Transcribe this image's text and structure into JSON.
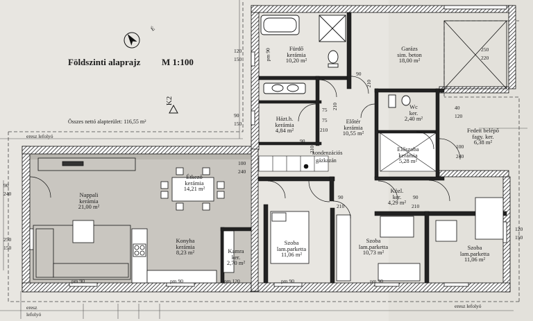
{
  "plan": {
    "title": "Földszinti alaprajz",
    "scale": "M 1:100",
    "north_label": "É",
    "section_label": "K2",
    "total_area": "Összes nettó alapterület: 116,55 m²"
  },
  "rooms": {
    "furdo": {
      "name": "Fürdő",
      "floor": "kerámia",
      "area": "10,20 m²"
    },
    "garazs": {
      "name": "Garázs",
      "floor": "sim. beton",
      "area": "18,00 m²"
    },
    "haztartasi": {
      "name": "Házt.h.",
      "floor": "kerámia",
      "area": "4,84 m²"
    },
    "eloter": {
      "name": "Előtér",
      "floor": "kerámia",
      "area": "10,55 m²"
    },
    "wc": {
      "name": "Wc",
      "floor": "ker.",
      "area": "2,40 m²"
    },
    "eloszoba": {
      "name": "Előszoba",
      "floor": "kerámia",
      "area": "5,28 m²"
    },
    "fedett": {
      "name": "Fedett belépő",
      "floor": "fagy. ker.",
      "area": "6,38 m²"
    },
    "etkezo": {
      "name": "Étkező",
      "floor": "kerámia",
      "area": "14,21 m²"
    },
    "nappali": {
      "name": "Nappali",
      "floor": "kerámia",
      "area": "21,00 m²"
    },
    "konyha": {
      "name": "Konyha",
      "floor": "kerámia",
      "area": "8,23 m²"
    },
    "kamra": {
      "name": "Kamra",
      "floor": "ker.",
      "area": "2,70 m²"
    },
    "szoba1": {
      "name": "Szoba",
      "floor": "lam.parketta",
      "area": "11,06 m²"
    },
    "kozl": {
      "name": "Közl.",
      "floor": "ker.",
      "area": "4,29 m²"
    },
    "szoba2": {
      "name": "Szoba",
      "floor": "lam.parketta",
      "area": "10,73 m²"
    },
    "szoba3": {
      "name": "Szoba",
      "floor": "lam.parketta",
      "area": "11,06 m²"
    }
  },
  "labels": {
    "kondenz_1": "kondenzációs",
    "kondenz_2": "gázkazán",
    "eresz_top": "eresz lefolyó",
    "eresz_bl_1": "eresz",
    "eresz_bl_2": "lefolyó",
    "eresz_br": "eresz lefolyó"
  },
  "dims": {
    "d_120a": "120",
    "d_150a": "150",
    "d_pm90a": "pm 90",
    "d_90a": "90",
    "d_150b": "150",
    "d_250a": "250",
    "d_220a": "220",
    "d_40a": "40",
    "d_120b": "120",
    "d_90b": "90",
    "d_210a": "210",
    "d_75a": "75",
    "d_210b": "210",
    "d_75b": "75",
    "d_210c": "210",
    "d_90c": "90",
    "d_210d": "210",
    "d_100a": "100",
    "d_240a": "240",
    "d_90d": "90",
    "d_240b": "240",
    "d_250b": "250",
    "d_150c": "150",
    "d_100b": "100",
    "d_240c": "240",
    "d_90e": "90",
    "d_210e": "210",
    "d_90f": "90",
    "d_210f": "210",
    "d_120c": "120",
    "d_150d": "150",
    "d_pm90b": "pm 90",
    "d_pm90c": "pm 90",
    "d_pm120": "pm 120",
    "d_pm90d": "pm 90",
    "d_pm90e": "pm 90"
  }
}
